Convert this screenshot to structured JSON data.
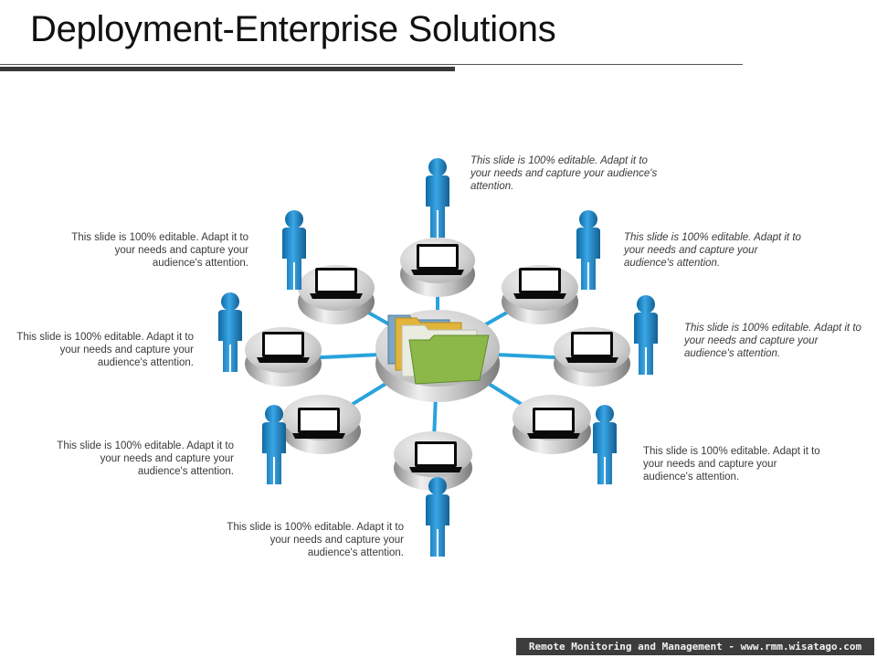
{
  "slide": {
    "title": "Deployment-Enterprise Solutions"
  },
  "captions": [
    "This slide is 100% editable. Adapt it to your needs and capture your audience's attention.",
    "This slide is 100% editable. Adapt it to your needs and capture your audience's attention.",
    "This slide is 100% editable. Adapt it to your needs and capture your audience's attention.",
    "This slide is 100% editable. Adapt it to your needs and capture your audience's attention.",
    "This slide is 100% editable. Adapt it to your needs and capture your audience's attention.",
    "This slide is 100% editable. Adapt it to your needs and capture your audience's attention.",
    "This slide is 100% editable. Adapt it to your needs and capture your audience's attention.",
    "This slide is 100% editable. Adapt it to your needs and capture your audience's attention."
  ],
  "footer": {
    "watermark": "Remote Monitoring and Management - www.rmm.wisatago.com"
  },
  "icons": {
    "person": "person-icon",
    "laptop": "laptop-icon",
    "folder": "folders-icon"
  },
  "colors": {
    "person": "#1e88c8",
    "connector": "#29a3dc",
    "disk": "#c8c8c8",
    "folder_green": "#8cb84a",
    "folder_yellow": "#e2b43a",
    "folder_blue": "#7aa6c8"
  }
}
